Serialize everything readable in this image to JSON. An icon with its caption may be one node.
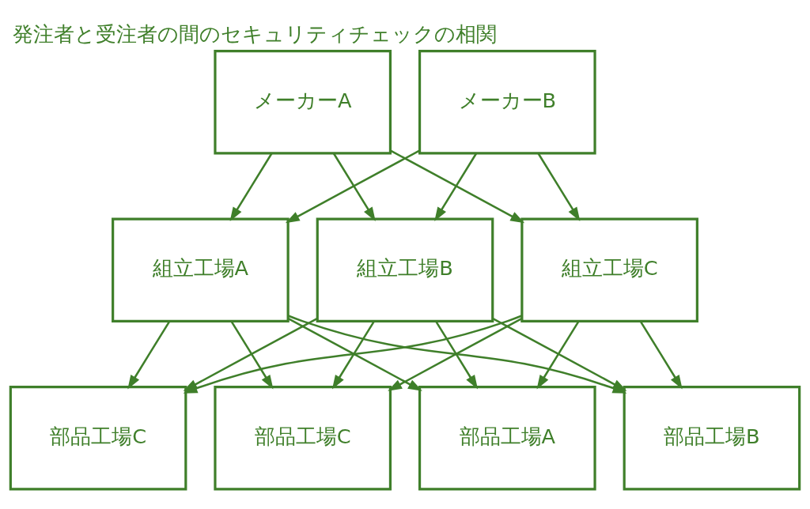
{
  "diagram": {
    "title": "発注者と受注者の間のセキュリティチェックの相関",
    "nodes": [
      {
        "text": [
          "メーカーA"
        ]
      },
      {
        "text": [
          "メーカーB"
        ]
      },
      {
        "text": [
          "組立工場A"
        ]
      },
      {
        "text": [
          "組立工場B"
        ]
      },
      {
        "text": [
          "組立工場C"
        ]
      },
      {
        "text": [
          "部品工場A"
        ]
      },
      {
        "text": [
          "部品工場B"
        ]
      },
      {
        "text": [
          "部品工場C"
        ]
      },
      {
        "text": [
          "部品工場C"
        ]
      }
    ],
    "edges": [
      {
        "from": 0,
        "to": 2,
        "arrow": "to"
      },
      {
        "from": 0,
        "to": 3,
        "arrow": "to"
      },
      {
        "from": 0,
        "to": 4,
        "arrow": "to"
      },
      {
        "from": 1,
        "to": 2,
        "arrow": "to"
      },
      {
        "from": 1,
        "to": 3,
        "arrow": "to"
      },
      {
        "from": 1,
        "to": 4,
        "arrow": "to"
      },
      {
        "from": 2,
        "to": 5,
        "arrow": "to"
      },
      {
        "from": 2,
        "to": 6,
        "arrow": "to"
      },
      {
        "from": 2,
        "to": 7,
        "arrow": "to"
      },
      {
        "from": 2,
        "to": 8,
        "arrow": "to"
      },
      {
        "from": 3,
        "to": 5,
        "arrow": "to"
      },
      {
        "from": 3,
        "to": 6,
        "arrow": "to"
      },
      {
        "from": 3,
        "to": 7,
        "arrow": "to"
      },
      {
        "from": 3,
        "to": 8,
        "arrow": "to"
      },
      {
        "from": 4,
        "to": 5,
        "arrow": "to"
      },
      {
        "from": 4,
        "to": 6,
        "arrow": "to"
      },
      {
        "from": 4,
        "to": 7,
        "arrow": "to"
      },
      {
        "from": 4,
        "to": 8,
        "arrow": "to"
      }
    ]
  }
}
